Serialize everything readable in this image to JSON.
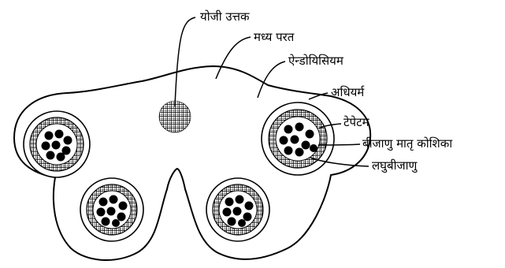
{
  "figure": {
    "labels": {
      "connective": "योजी उत्तक",
      "middle_layer": "मध्य परत",
      "endothecium": "ऐन्डोयिसियम",
      "epidermis": "अधियर्म",
      "tapetum": "टेपेटम",
      "microspore_mother_cell": "बीजाणु मातृ कोशिका",
      "microspores": "लघुबीजाणु"
    },
    "colors": {
      "ink": "#000000",
      "paper": "#ffffff"
    }
  }
}
